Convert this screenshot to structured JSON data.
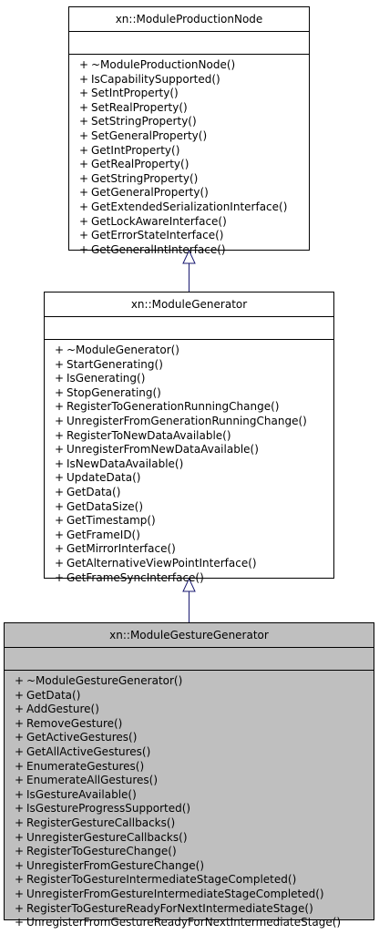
{
  "classes": [
    {
      "id": "production-node",
      "name": "xn::ModuleProductionNode",
      "highlighted": false,
      "operations": [
        "~ModuleProductionNode()",
        "IsCapabilitySupported()",
        "SetIntProperty()",
        "SetRealProperty()",
        "SetStringProperty()",
        "SetGeneralProperty()",
        "GetIntProperty()",
        "GetRealProperty()",
        "GetStringProperty()",
        "GetGeneralProperty()",
        "GetExtendedSerializationInterface()",
        "GetLockAwareInterface()",
        "GetErrorStateInterface()",
        "GetGeneralIntInterface()"
      ]
    },
    {
      "id": "generator",
      "name": "xn::ModuleGenerator",
      "highlighted": false,
      "operations": [
        "~ModuleGenerator()",
        "StartGenerating()",
        "IsGenerating()",
        "StopGenerating()",
        "RegisterToGenerationRunningChange()",
        "UnregisterFromGenerationRunningChange()",
        "RegisterToNewDataAvailable()",
        "UnregisterFromNewDataAvailable()",
        "IsNewDataAvailable()",
        "UpdateData()",
        "GetData()",
        "GetDataSize()",
        "GetTimestamp()",
        "GetFrameID()",
        "GetMirrorInterface()",
        "GetAlternativeViewPointInterface()",
        "GetFrameSyncInterface()"
      ]
    },
    {
      "id": "gesture-generator",
      "name": "xn::ModuleGestureGenerator",
      "highlighted": true,
      "operations": [
        "~ModuleGestureGenerator()",
        "GetData()",
        "AddGesture()",
        "RemoveGesture()",
        "GetActiveGestures()",
        "GetAllActiveGestures()",
        "EnumerateGestures()",
        "EnumerateAllGestures()",
        "IsGestureAvailable()",
        "IsGestureProgressSupported()",
        "RegisterGestureCallbacks()",
        "UnregisterGestureCallbacks()",
        "RegisterToGestureChange()",
        "UnregisterFromGestureChange()",
        "RegisterToGestureIntermediateStageCompleted()",
        "UnregisterFromGestureIntermediateStageCompleted()",
        "RegisterToGestureReadyForNextIntermediateStage()",
        "UnregisterFromGestureReadyForNextIntermediateStage()"
      ]
    }
  ],
  "visibility_marker": "+",
  "colors": {
    "highlight_fill": "#bfbfbf",
    "edge": "#191970",
    "border": "#000000"
  }
}
